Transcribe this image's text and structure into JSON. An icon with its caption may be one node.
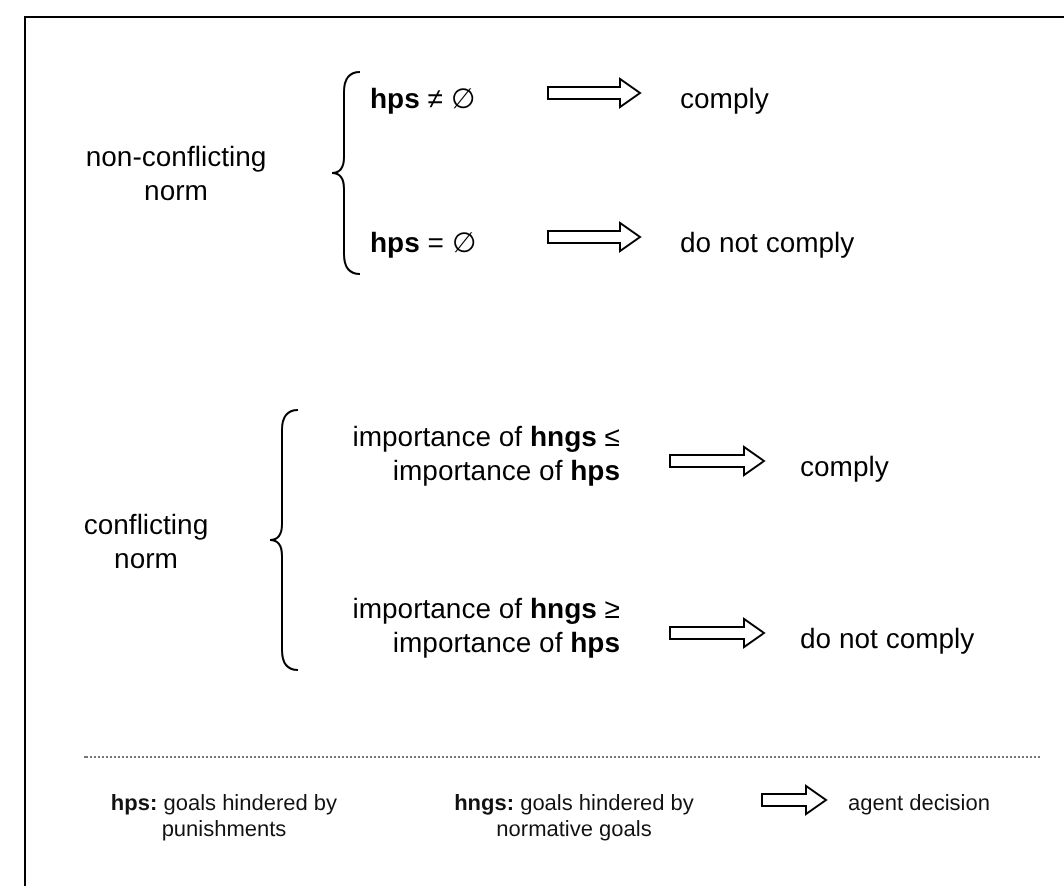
{
  "diagram": {
    "nodes": [
      {
        "text": [
          "non-conflicting norm"
        ]
      },
      {
        "text": [
          "**hps** ≠ ∅"
        ]
      },
      {
        "text": [
          "comply"
        ]
      },
      {
        "text": [
          "**hps** = ∅"
        ]
      },
      {
        "text": [
          "do not comply"
        ]
      },
      {
        "text": [
          "conflicting norm"
        ]
      },
      {
        "text": [
          "importance of **hngs** ≤ importance of **hps**"
        ]
      },
      {
        "text": [
          "comply"
        ]
      },
      {
        "text": [
          "importance of **hngs** ≥ importance of **hps**"
        ]
      },
      {
        "text": [
          "do not comply"
        ]
      }
    ],
    "edges": [
      {
        "from": 1,
        "to": 2,
        "arrow": "to"
      },
      {
        "from": 3,
        "to": 4,
        "arrow": "to"
      },
      {
        "from": 6,
        "to": 7,
        "arrow": "to"
      },
      {
        "from": 8,
        "to": 9,
        "arrow": "to"
      }
    ],
    "labels": [
      "**hps:** goals hindered by punishments",
      "**hngs:** goals hindered by normative goals"
    ],
    "legend": [
      {
        "text": "agent decision"
      }
    ]
  }
}
